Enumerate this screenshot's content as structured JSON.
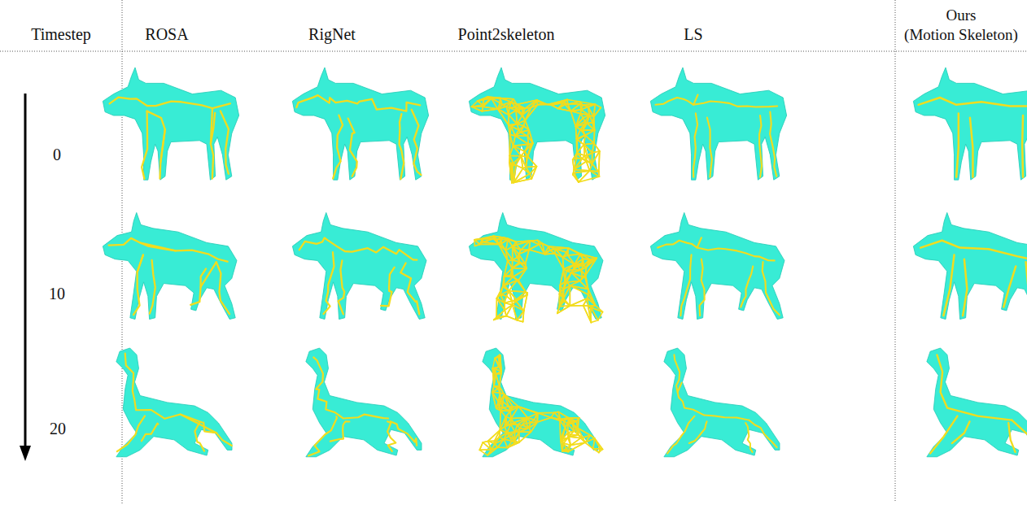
{
  "diagram": {
    "labels": [
      "Timestep",
      "ROSA",
      "RigNet",
      "Point2skeleton",
      "LS",
      "Ours (Motion Skeleton)",
      "0",
      "10",
      "20"
    ]
  }
}
